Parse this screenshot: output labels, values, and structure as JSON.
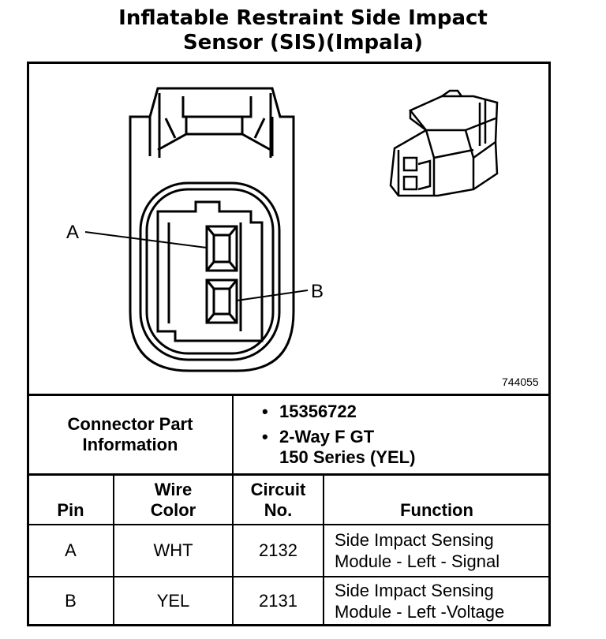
{
  "title": {
    "line1": "Inflatable Restraint Side Impact",
    "line2": "Sensor (SIS)(Impala)"
  },
  "figure": {
    "reference_number": "744055",
    "pin_labels": [
      "A",
      "B"
    ]
  },
  "connector_info": {
    "label_line1": "Connector Part",
    "label_line2": "Information",
    "items": [
      {
        "text": "15356722"
      },
      {
        "text": "2-Way F GT",
        "text2": "150 Series (YEL)"
      }
    ]
  },
  "table": {
    "headers": {
      "pin": "Pin",
      "wire_color_line1": "Wire",
      "wire_color_line2": "Color",
      "circuit_line1": "Circuit",
      "circuit_line2": "No.",
      "function": "Function"
    },
    "rows": [
      {
        "pin": "A",
        "wire": "WHT",
        "circuit": "2132",
        "function_line1": "Side Impact Sensing",
        "function_line2": "Module - Left - Signal"
      },
      {
        "pin": "B",
        "wire": "YEL",
        "circuit": "2131",
        "function_line1": "Side Impact Sensing",
        "function_line2": "Module - Left -Voltage"
      }
    ]
  }
}
